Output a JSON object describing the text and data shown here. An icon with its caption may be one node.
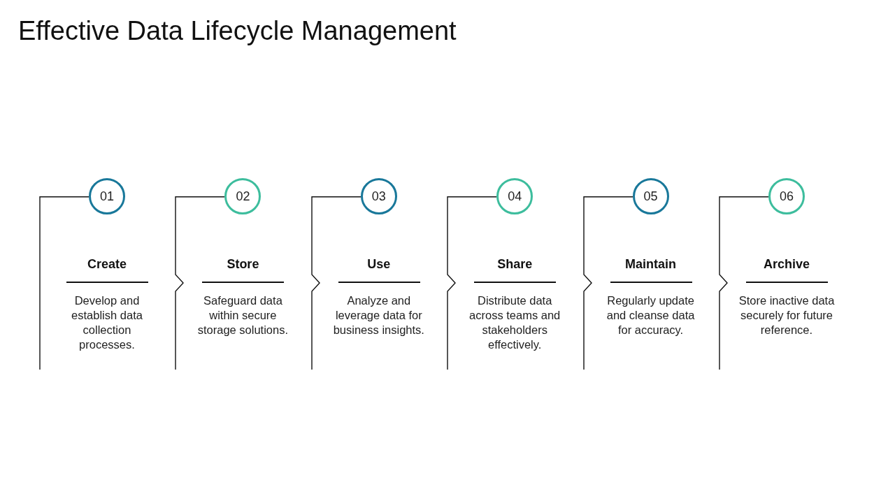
{
  "diagram": {
    "title": "Effective Data Lifecycle Management",
    "nodes": [
      {
        "text": [
          "Create",
          "Develop and establish data collection processes."
        ]
      },
      {
        "text": [
          "01"
        ]
      },
      {
        "text": [
          "Store",
          "Safeguard data within secure storage solutions."
        ]
      },
      {
        "text": [
          "02"
        ]
      },
      {
        "text": [
          "Use",
          "Analyze and leverage data for business insights."
        ]
      },
      {
        "text": [
          "03"
        ]
      },
      {
        "text": [
          "Share",
          "Distribute data across teams and stakeholders effectively."
        ]
      },
      {
        "text": [
          "04"
        ]
      },
      {
        "text": [
          "Maintain",
          "Regularly update and cleanse data for accuracy."
        ]
      },
      {
        "text": [
          "05"
        ]
      },
      {
        "text": [
          "Archive",
          "Store inactive data securely for future reference."
        ]
      },
      {
        "text": [
          "06"
        ]
      }
    ]
  }
}
